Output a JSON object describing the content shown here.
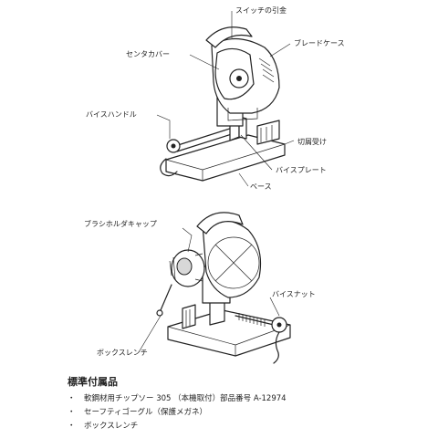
{
  "figure1": {
    "labels": {
      "switch_lever": "スイッチの引金",
      "center_cover": "センタカバー",
      "blade_case": "ブレードケース",
      "vise_handle": "バイスハンドル",
      "chip_receiver": "切屑受け",
      "vise_plate": "バイスプレート",
      "base": "ベース"
    }
  },
  "figure2": {
    "labels": {
      "brush_holder_cap": "ブラシホルダキャップ",
      "vise_nut": "バイスナット",
      "box_wrench": "ボックスレンチ"
    }
  },
  "accessories": {
    "title": "標準付属品",
    "items": [
      "軟鋼材用チップソー 305 （本機取付）部品番号 A-12974",
      "セーフティゴーグル（保護メガネ）",
      "ボックスレンチ"
    ]
  }
}
